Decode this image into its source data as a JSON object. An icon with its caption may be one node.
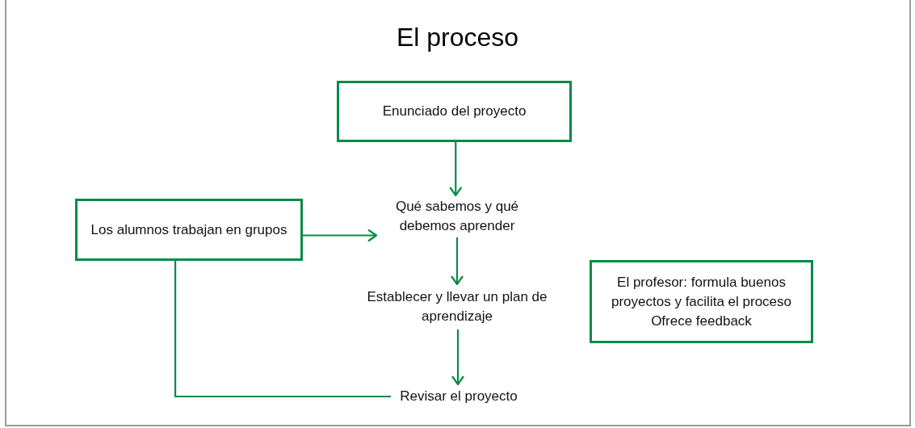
{
  "diagram": {
    "title": "El proceso",
    "nodes": [
      {
        "text": [
          "Enunciado del proyecto"
        ]
      },
      {
        "text": [
          "Los alumnos trabajan en grupos"
        ]
      },
      {
        "text": [
          "Qué sabemos y qué debemos aprender"
        ]
      },
      {
        "text": [
          "Establecer y llevar un plan de aprendizaje"
        ]
      },
      {
        "text": [
          "Revisar el proyecto"
        ]
      },
      {
        "text": [
          "El profesor: formula buenos proyectos y facilita el proceso",
          "Ofrece feedback"
        ]
      }
    ],
    "edges": [
      {
        "from": 0,
        "to": 2,
        "arrow": "to"
      },
      {
        "from": 1,
        "to": 2,
        "arrow": "to"
      },
      {
        "from": 2,
        "to": 3,
        "arrow": "to"
      },
      {
        "from": 3,
        "to": 4,
        "arrow": "to"
      },
      {
        "from": 1,
        "to": 4,
        "arrow": "none"
      }
    ]
  }
}
